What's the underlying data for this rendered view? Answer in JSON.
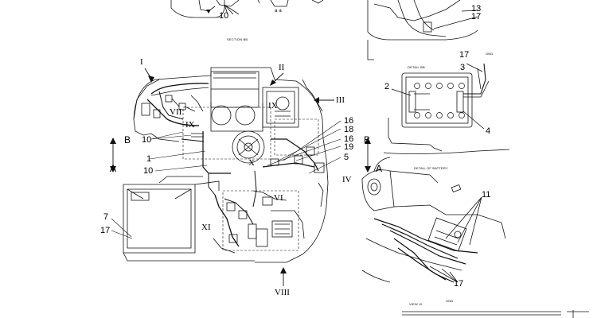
{
  "labels": {
    "top_left_10": "10",
    "top_left_small_a": "a a",
    "section_caption": "SECTION BB",
    "main_view_I": "I",
    "main_view_II": "II",
    "main_view_III": "III",
    "main_view_IV": "IV",
    "main_view_VII": "VII",
    "main_view_VIII": "VIII",
    "main_view_IX_left": "IX",
    "main_view_IX_center": "IX",
    "main_view_VI": "VI",
    "main_view_XI": "XI",
    "main_view_X": "X",
    "section_B_left": "B",
    "section_A_left": "A",
    "section_B_right": "B",
    "section_A_right": "A",
    "num_1": "1",
    "num_10a": "10",
    "num_10b": "10",
    "num_16a": "16",
    "num_18": "18",
    "num_16b": "16",
    "num_19": "19",
    "num_5": "5",
    "num_7": "7",
    "num_17_left": "17",
    "num_13": "13",
    "num_17_top_right": "17",
    "detail_bb_caption": "DETAIL BB",
    "num_17_detail": "17",
    "num_3": "3",
    "small_gnd": "GND",
    "num_2": "2",
    "num_4": "4",
    "detail_battery_caption": "DETAIL OF BATTERY",
    "num_11": "11",
    "num_17_bottom_right": "17",
    "view_caption": "VIEW VI",
    "small_gnd_bottom": "GND"
  }
}
